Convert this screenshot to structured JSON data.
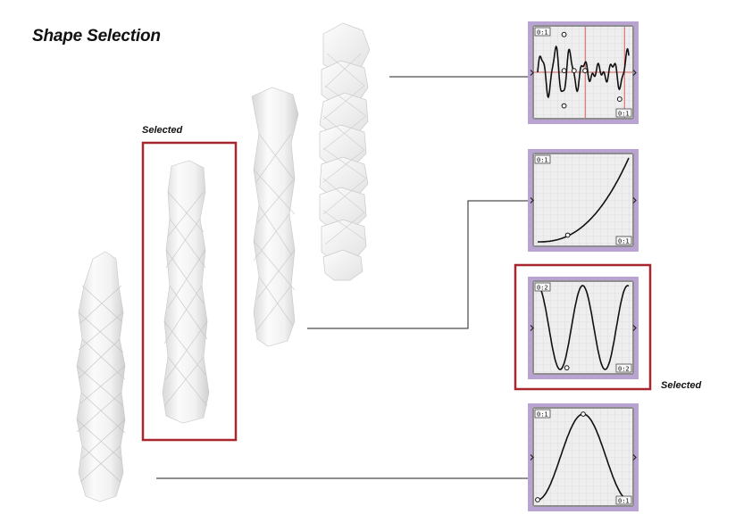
{
  "title": "Shape Selection",
  "selected_label": "Selected",
  "colors": {
    "panel_purple": "#b9a3d3",
    "selection_red": "#a8262e",
    "graph_bg": "#eeeeee",
    "graph_red_line": "#d23a3a"
  },
  "graph_panels": [
    {
      "name": "noise-graph",
      "top_tag": "0:1",
      "bottom_tag": "0:1"
    },
    {
      "name": "exponential-graph",
      "top_tag": "0:1",
      "bottom_tag": "0:1"
    },
    {
      "name": "sine-graph",
      "top_tag": "0:2",
      "bottom_tag": "0:2"
    },
    {
      "name": "bell-graph",
      "top_tag": "0:1",
      "bottom_tag": "0:1"
    }
  ]
}
